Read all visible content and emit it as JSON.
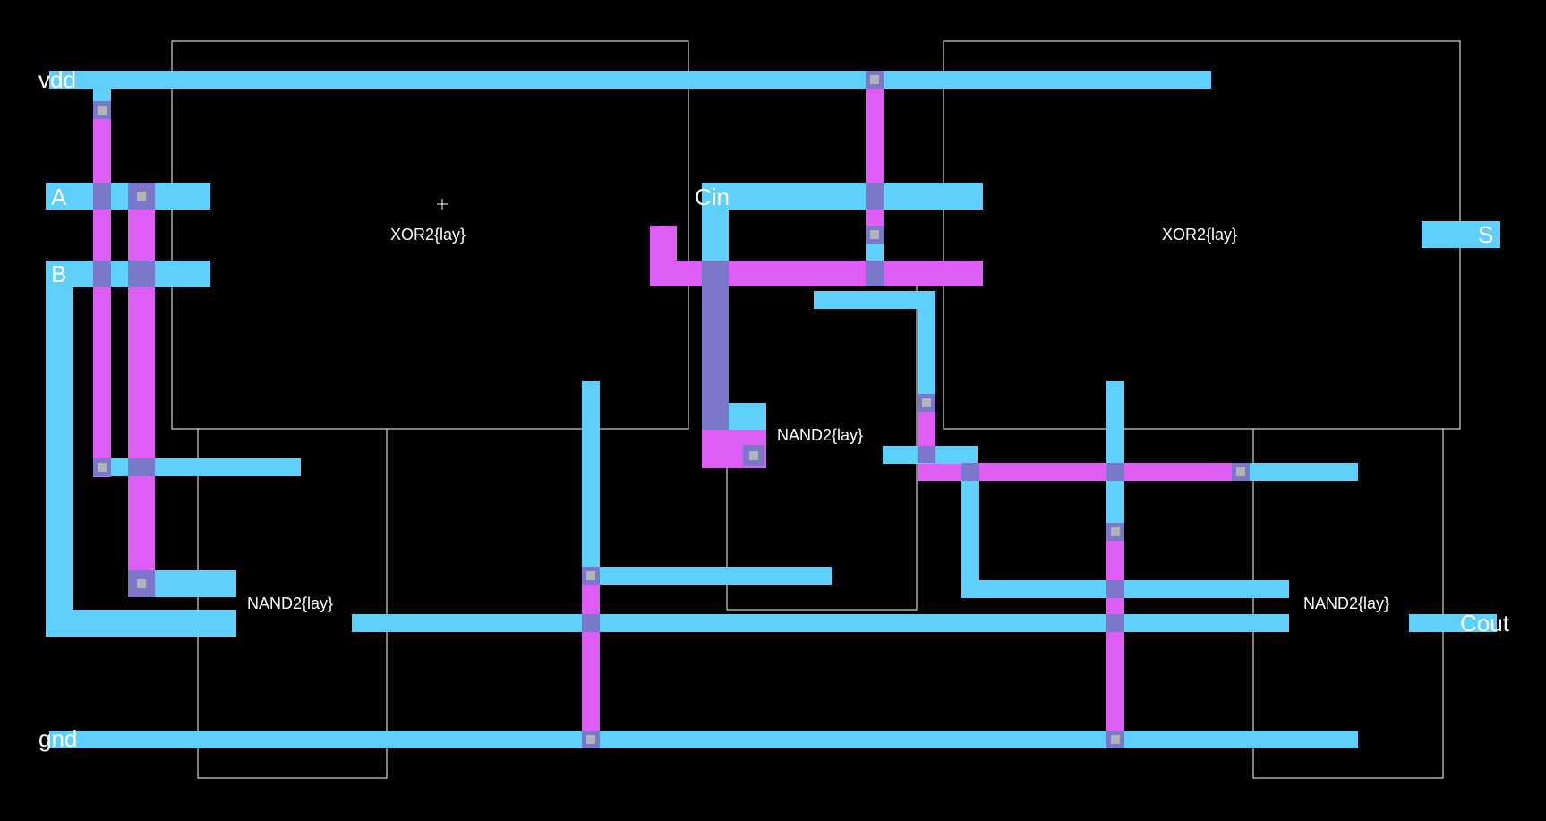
{
  "colors": {
    "background": "#000000",
    "metal": "#5fd0fb",
    "poly": "#de5ef5",
    "overlap": "#7b78cc",
    "contact": "#b4b4b4",
    "cell_outline": "#ffffff"
  },
  "pins": {
    "vdd": "vdd",
    "a": "A",
    "b": "B",
    "cin": "Cin",
    "s": "S",
    "cout": "Cout",
    "gnd": "gnd"
  },
  "cells": {
    "xor_left": "XOR2{lay}",
    "xor_right": "XOR2{lay}",
    "nand_left": "NAND2{lay}",
    "nand_mid": "NAND2{lay}",
    "nand_right": "NAND2{lay}"
  }
}
